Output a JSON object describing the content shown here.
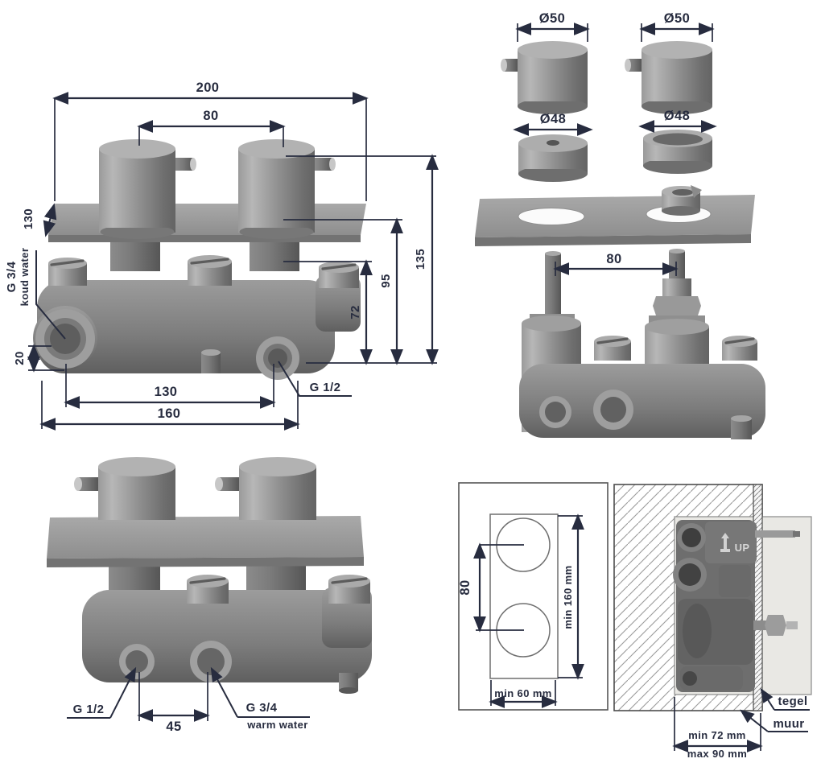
{
  "drawing": {
    "colors": {
      "line": "#272c3f",
      "metal_light": "#b5b5b5",
      "metal_mid": "#8d8d8d",
      "metal_dark": "#636363",
      "photo_panel": "#e9e8e4"
    },
    "front_view": {
      "dim_total_width": "200",
      "dim_handle_spacing": "80",
      "dim_plate_depth": "130",
      "label_cold_line1": "G 3/4",
      "label_cold_line2": "koud water",
      "dim_port_drop": "20",
      "dim_port_spacing": "130",
      "dim_body_width": "160",
      "label_outlet": "G 1/2",
      "dim_stem_height": "72",
      "dim_plate_height": "95",
      "dim_total_height": "135"
    },
    "exploded_view": {
      "dim_handle1_dia": "Ø50",
      "dim_handle2_dia": "Ø50",
      "dim_ring1_dia": "Ø48",
      "dim_ring2_dia": "Ø48",
      "dim_stem_spacing": "80"
    },
    "render_view": {
      "label_outlet": "G 1/2",
      "dim_port_spacing": "45",
      "label_warm_line1": "G 3/4",
      "label_warm_line2": "warm water"
    },
    "template_view": {
      "dim_hole_spacing": "80",
      "dim_min_height": "min 160 mm",
      "dim_min_width": "min 60 mm"
    },
    "wall_view": {
      "marking_up": "UP",
      "label_tile": "tegel",
      "label_wall": "muur",
      "dim_depth_min": "min 72 mm",
      "dim_depth_max": "max 90 mm"
    }
  }
}
